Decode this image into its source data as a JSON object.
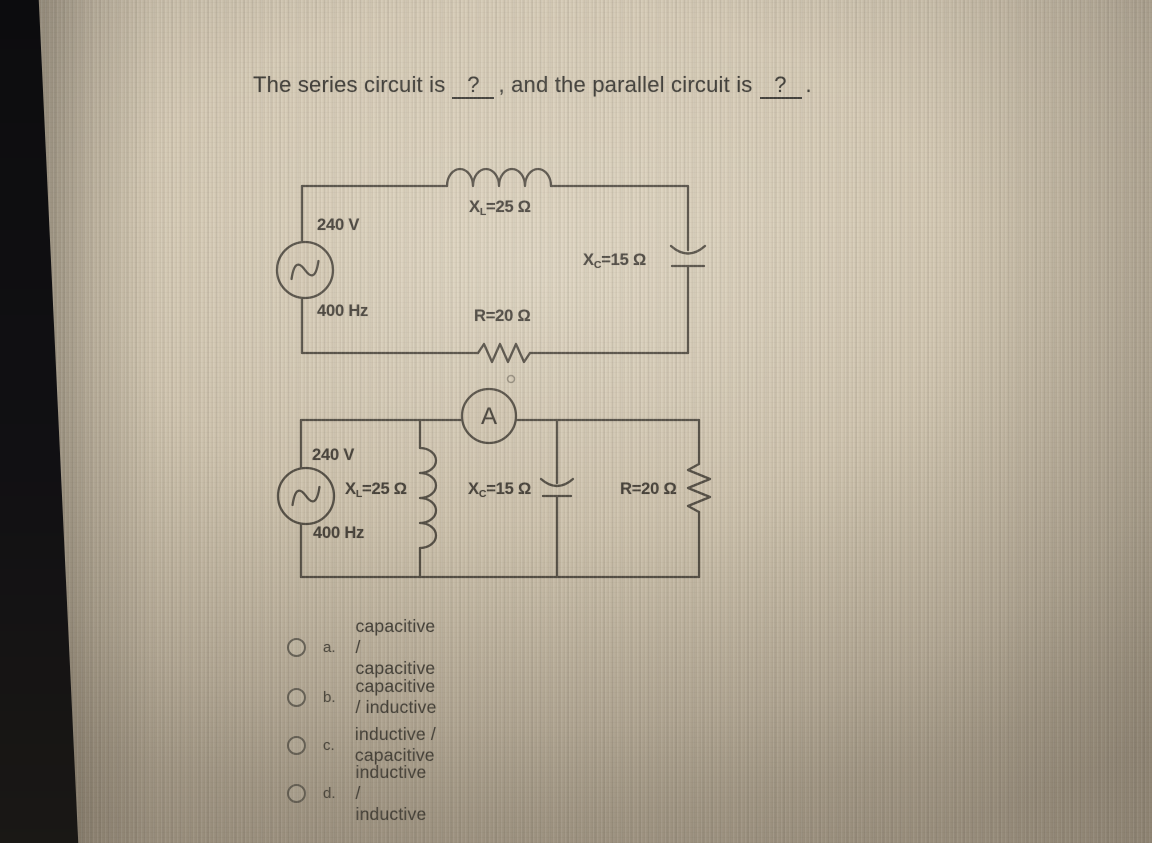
{
  "question": {
    "prefix": "The series circuit is",
    "blank1": "?",
    "middle": ", and the parallel circuit is",
    "blank2": "?",
    "suffix": "."
  },
  "series_circuit": {
    "source_voltage": "240 V",
    "source_frequency": "400 Hz",
    "inductor": {
      "sym": "X",
      "sub": "L",
      "val": "=25 Ω"
    },
    "capacitor": {
      "sym": "X",
      "sub": "C",
      "val": "=15 Ω"
    },
    "resistor": "R=20 Ω"
  },
  "parallel_circuit": {
    "source_voltage": "240 V",
    "source_frequency": "400 Hz",
    "ammeter_label": "A",
    "inductor": {
      "sym": "X",
      "sub": "L",
      "val": "=25 Ω"
    },
    "capacitor": {
      "sym": "X",
      "sub": "C",
      "val": "=15 Ω"
    },
    "resistor": "R=20 Ω"
  },
  "options": [
    {
      "letter": "a.",
      "text": "capacitive / capacitive"
    },
    {
      "letter": "b.",
      "text": "capacitive / inductive"
    },
    {
      "letter": "c.",
      "text": "inductive / capacitive"
    },
    {
      "letter": "d.",
      "text": "inductive / inductive"
    }
  ],
  "icons": {
    "ac_source": "sine-wave",
    "ammeter": "circle-A"
  },
  "colors": {
    "ink": "#46413a",
    "screen_bg": "#d4c9b4",
    "bezel": "#0c0c0e"
  }
}
